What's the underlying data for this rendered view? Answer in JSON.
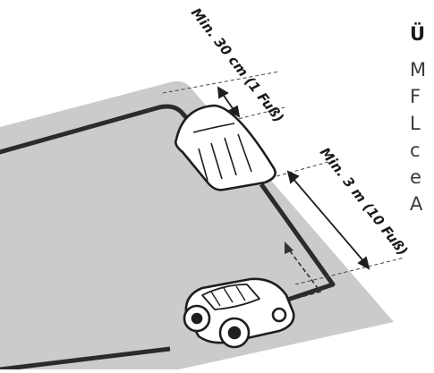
{
  "labels": {
    "top_clearance": "Min. 30 cm (1 Fuß)",
    "side_distance": "Min. 3 m (10 Fuß)"
  },
  "side_text": {
    "heading": "Ü",
    "lines": [
      "M",
      "F",
      "L",
      "c",
      "e",
      "A"
    ]
  },
  "colors": {
    "lawn": "#cbcbcb",
    "wire": "#2b2b2b",
    "outline": "#1e1e1e",
    "device_fill": "#ffffff",
    "dash": "#444444"
  },
  "icons": {
    "station": "charging-station-icon",
    "mower": "robotic-mower-icon"
  }
}
